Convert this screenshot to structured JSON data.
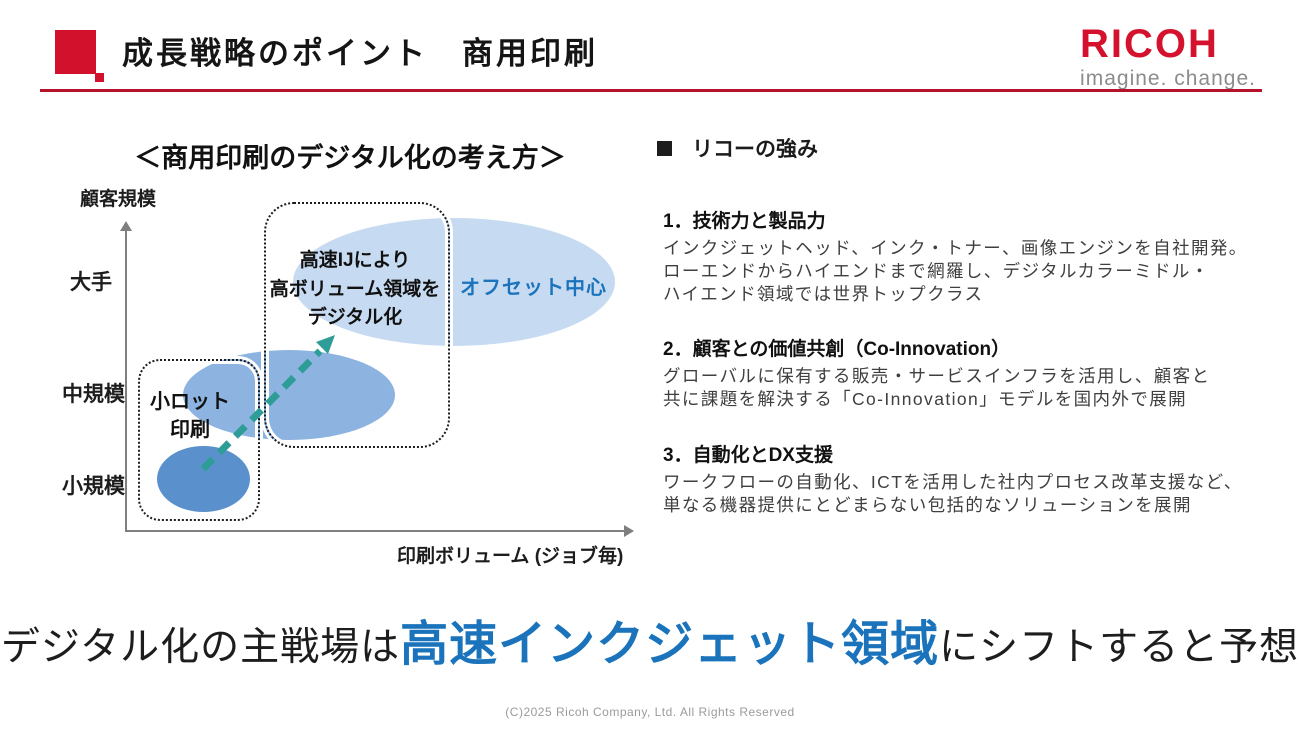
{
  "header": {
    "title": "成長戦略のポイント　商用印刷",
    "logo_text": "RICOH",
    "logo_tagline": "imagine. change."
  },
  "diagram": {
    "title": "＜商用印刷のデジタル化の考え方＞",
    "y_axis_label": "顧客規模",
    "x_axis_label": "印刷ボリューム (ジョブ毎)",
    "y_ticks": [
      "大手",
      "中規模",
      "小規模"
    ],
    "offset_label": "オフセット中心",
    "ij_lines": [
      "高速IJにより",
      "高ボリューム領域を",
      "デジタル化"
    ],
    "small_lot_lines": [
      "小ロット",
      "印刷"
    ]
  },
  "strengths": {
    "heading": "リコーの強み",
    "sections": [
      {
        "title": "1．技術力と製品力",
        "lines": [
          "インクジェットヘッド、インク・トナー、画像エンジンを自社開発。",
          "ローエンドからハイエンドまで網羅し、デジタルカラーミドル・",
          "ハイエンド領域では世界トップクラス"
        ]
      },
      {
        "title": "2．顧客との価値共創（Co-Innovation）",
        "lines": [
          "グローバルに保有する販売・サービスインフラを活用し、顧客と",
          "共に課題を解決する「Co-Innovation」モデルを国内外で展開"
        ]
      },
      {
        "title": "3．自動化とDX支援",
        "lines": [
          "ワークフローの自動化、ICTを活用した社内プロセス改革支援など、",
          "単なる機器提供にとどまらない包括的なソリューションを展開"
        ]
      }
    ]
  },
  "conclusion": {
    "prefix": "デジタル化の主戦場は",
    "highlight": "高速インクジェット領域",
    "suffix": "にシフトすると予想"
  },
  "footer": {
    "copyright": "(C)2025 Ricoh Company, Ltd. All Rights Reserved"
  },
  "colors": {
    "brand_red": "#d2122c",
    "rule_red": "#b5122c",
    "accent_blue_text": "#1a73bb",
    "ellipse_light": "#c6daf1",
    "ellipse_medium": "#8db3e0",
    "ellipse_dark": "#5a90cc",
    "arrow_teal": "#2f9d97",
    "axis_gray": "#7f7f7f"
  }
}
